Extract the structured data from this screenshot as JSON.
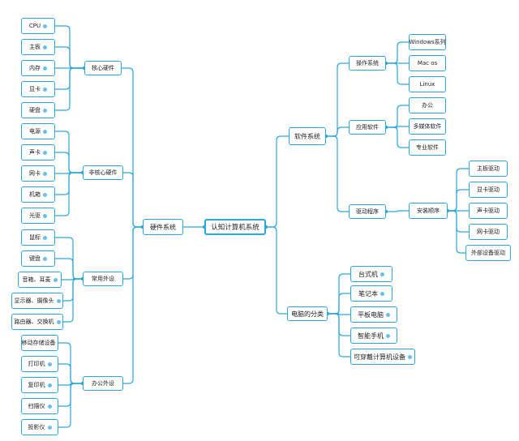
{
  "diagram": {
    "root": "认知计算机系统",
    "hardware": {
      "label": "硬件系统",
      "groups": [
        {
          "label": "核心硬件",
          "items": [
            "CPU",
            "主板",
            "内存",
            "显卡",
            "硬盘"
          ]
        },
        {
          "label": "非核心硬件",
          "items": [
            "电源",
            "声卡",
            "网卡",
            "机箱",
            "光驱"
          ]
        },
        {
          "label": "常用外设",
          "items": [
            "鼠标",
            "键盘",
            "音箱、耳麦",
            "显示器、摄像头",
            "路由器、交换机"
          ]
        },
        {
          "label": "办公外设",
          "items": [
            "移动存储设备",
            "打印机",
            "复印机",
            "扫描仪",
            "投影仪"
          ]
        }
      ]
    },
    "software": {
      "label": "软件系统",
      "os": {
        "label": "操作系统",
        "items": [
          "Windows系列",
          "Mac os",
          "Linux"
        ]
      },
      "apps": {
        "label": "应用软件",
        "items": [
          "办公",
          "多媒体软件",
          "专业软件"
        ]
      },
      "drivers": {
        "label": "驱动程序",
        "install": "安装顺序",
        "items": [
          "主板驱动",
          "显卡驱动",
          "声卡驱动",
          "网卡驱动",
          "外部设备驱动"
        ]
      }
    },
    "classification": {
      "label": "电脑的分类",
      "items": [
        "台式机",
        "笔记本",
        "平板电脑",
        "智能手机",
        "可穿戴计算机设备"
      ]
    }
  }
}
